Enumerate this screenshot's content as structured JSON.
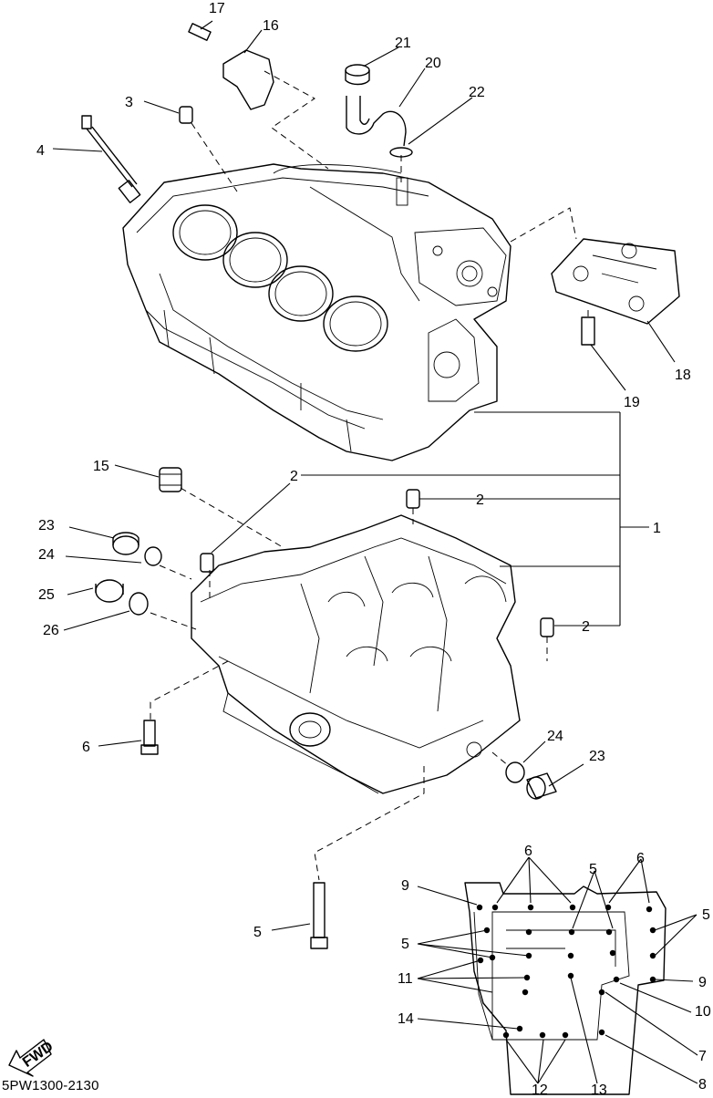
{
  "drawing_code": "5PW1300-2130",
  "fwd_label": "FWD",
  "callouts": {
    "c1": "1",
    "c2a": "2",
    "c2b": "2",
    "c2c": "2",
    "c3": "3",
    "c4": "4",
    "c5a": "5",
    "c5b": "5",
    "c5c": "5",
    "c5d": "5",
    "c6a": "6",
    "c6b": "6",
    "c6c": "6",
    "c7": "7",
    "c8": "8",
    "c9a": "9",
    "c9b": "9",
    "c10": "10",
    "c11": "11",
    "c12": "12",
    "c13": "13",
    "c14": "14",
    "c15": "15",
    "c16": "16",
    "c17": "17",
    "c18": "18",
    "c19": "19",
    "c20": "20",
    "c21": "21",
    "c22": "22",
    "c23a": "23",
    "c23b": "23",
    "c24a": "24",
    "c24b": "24",
    "c25": "25",
    "c26": "26"
  }
}
